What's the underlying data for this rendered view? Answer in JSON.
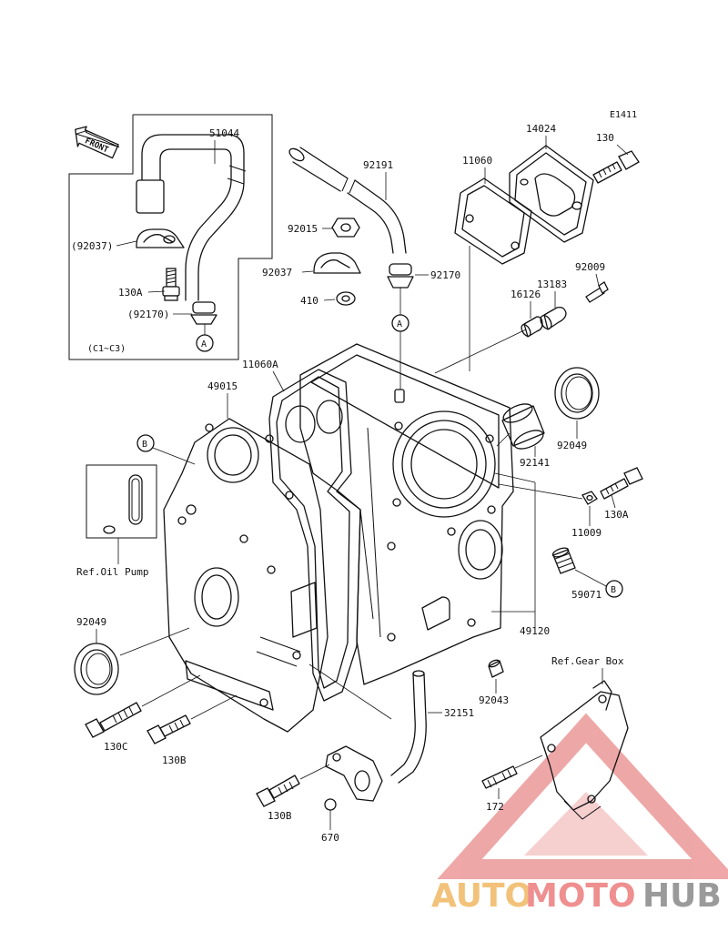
{
  "diagram_code": "E1411",
  "front_arrow": "FRONT",
  "inset_note": "(C1~C3)",
  "labels": {
    "p51044": "51044",
    "p92037a": "(92037)",
    "p130a_inset": "130A",
    "p92170a": "(92170)",
    "p92191": "92191",
    "p92015": "92015",
    "p92037": "92037",
    "p410": "410",
    "p92170": "92170",
    "p11060": "11060",
    "p14024": "14024",
    "p130": "130",
    "p92009": "92009",
    "p13183": "13183",
    "p16126": "16126",
    "p11060a": "11060A",
    "p49015": "49015",
    "p92049r": "92049",
    "p92141": "92141",
    "p130a_r": "130A",
    "p11009": "11009",
    "p59071": "59071",
    "p49120": "49120",
    "p92049l": "92049",
    "p92043": "92043",
    "p32151": "32151",
    "p130c": "130C",
    "p130b1": "130B",
    "p130b2": "130B",
    "p670": "670",
    "p172": "172",
    "ref_oil_pump": "Ref.Oil Pump",
    "ref_gear_box": "Ref.Gear Box"
  },
  "markers": {
    "a": "A",
    "b": "B"
  },
  "watermark": {
    "part1": "AUTO",
    "part2": "MOTO",
    "part3": "HUB",
    "colors": {
      "auto": "#f2c27a",
      "moto": "#ef8f8f",
      "hub": "#9a9a9a",
      "triangle": "#e98a8a"
    }
  }
}
